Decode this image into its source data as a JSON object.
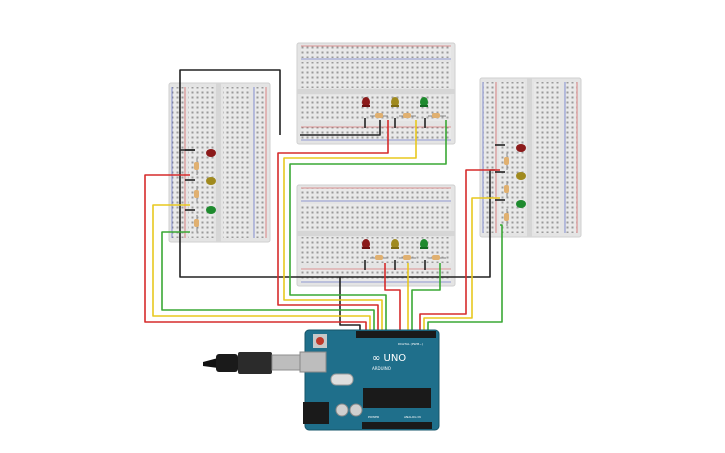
{
  "circuit": {
    "breadboards": [
      {
        "id": "top-center"
      },
      {
        "id": "left"
      },
      {
        "id": "right"
      },
      {
        "id": "middle-center"
      }
    ],
    "traffic_light_colors": {
      "red": "#8b1a1a",
      "yellow": "#a08a1e",
      "green": "#1e8a2e"
    },
    "wire_colors": {
      "black": "#222222",
      "red": "#d62b2b",
      "yellow": "#e8c81f",
      "green": "#3aa835"
    },
    "arduino": {
      "board_color": "#1f6f8b",
      "logo_text": "∞ UNO",
      "brand_text": "ARDUINO",
      "digital_label": "DIGITAL (PWM~)",
      "power_label": "POWER",
      "analog_label": "ANALOG IN"
    },
    "usb_cable_color": "#222222"
  }
}
